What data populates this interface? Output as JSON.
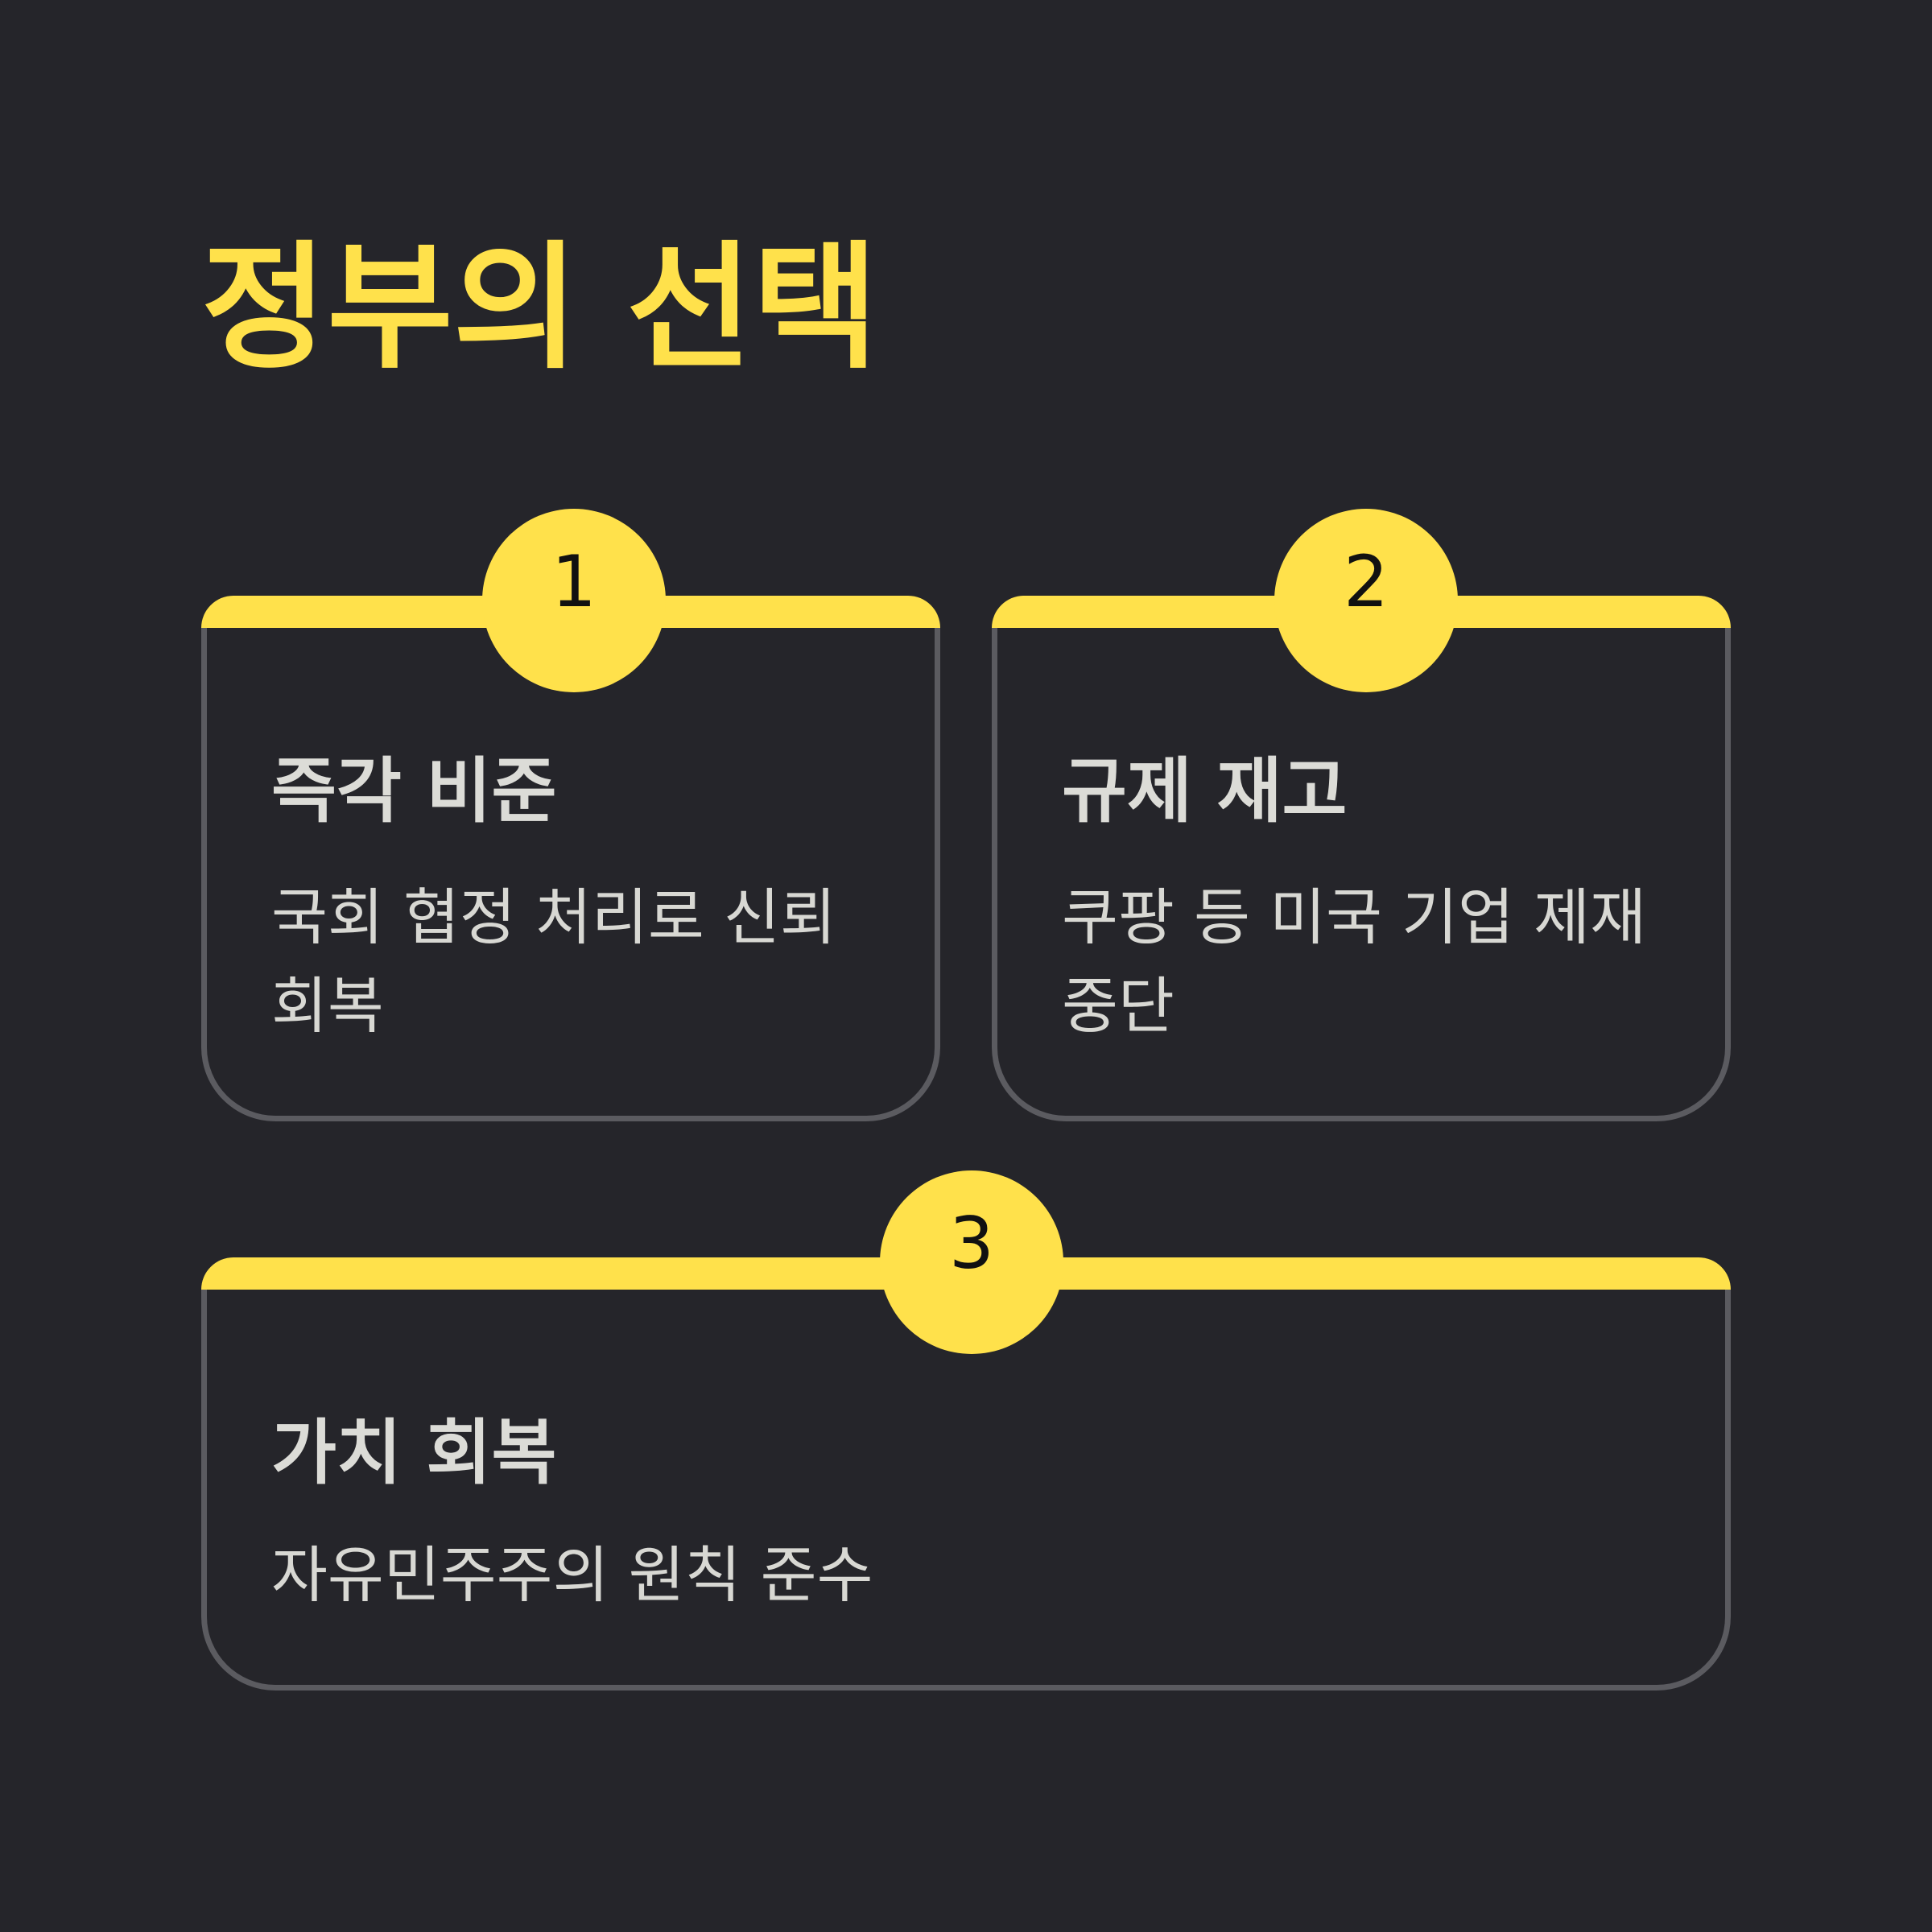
{
  "title": "정부의 선택",
  "colors": {
    "background": "#25252a",
    "accent": "#ffe14b",
    "card_border": "#5b5b60",
    "text": "#dcdcd7"
  },
  "cards": [
    {
      "number": "1",
      "heading": "즉각 비준",
      "body": "국회 협정 처리로 신뢰 회복"
    },
    {
      "number": "2",
      "heading": "규제 재고",
      "body": "쿠팡 등 미국 기업 제재 중단"
    },
    {
      "number": "3",
      "heading": "가치 회복",
      "body": "자유민주주의 원칙 준수"
    }
  ]
}
